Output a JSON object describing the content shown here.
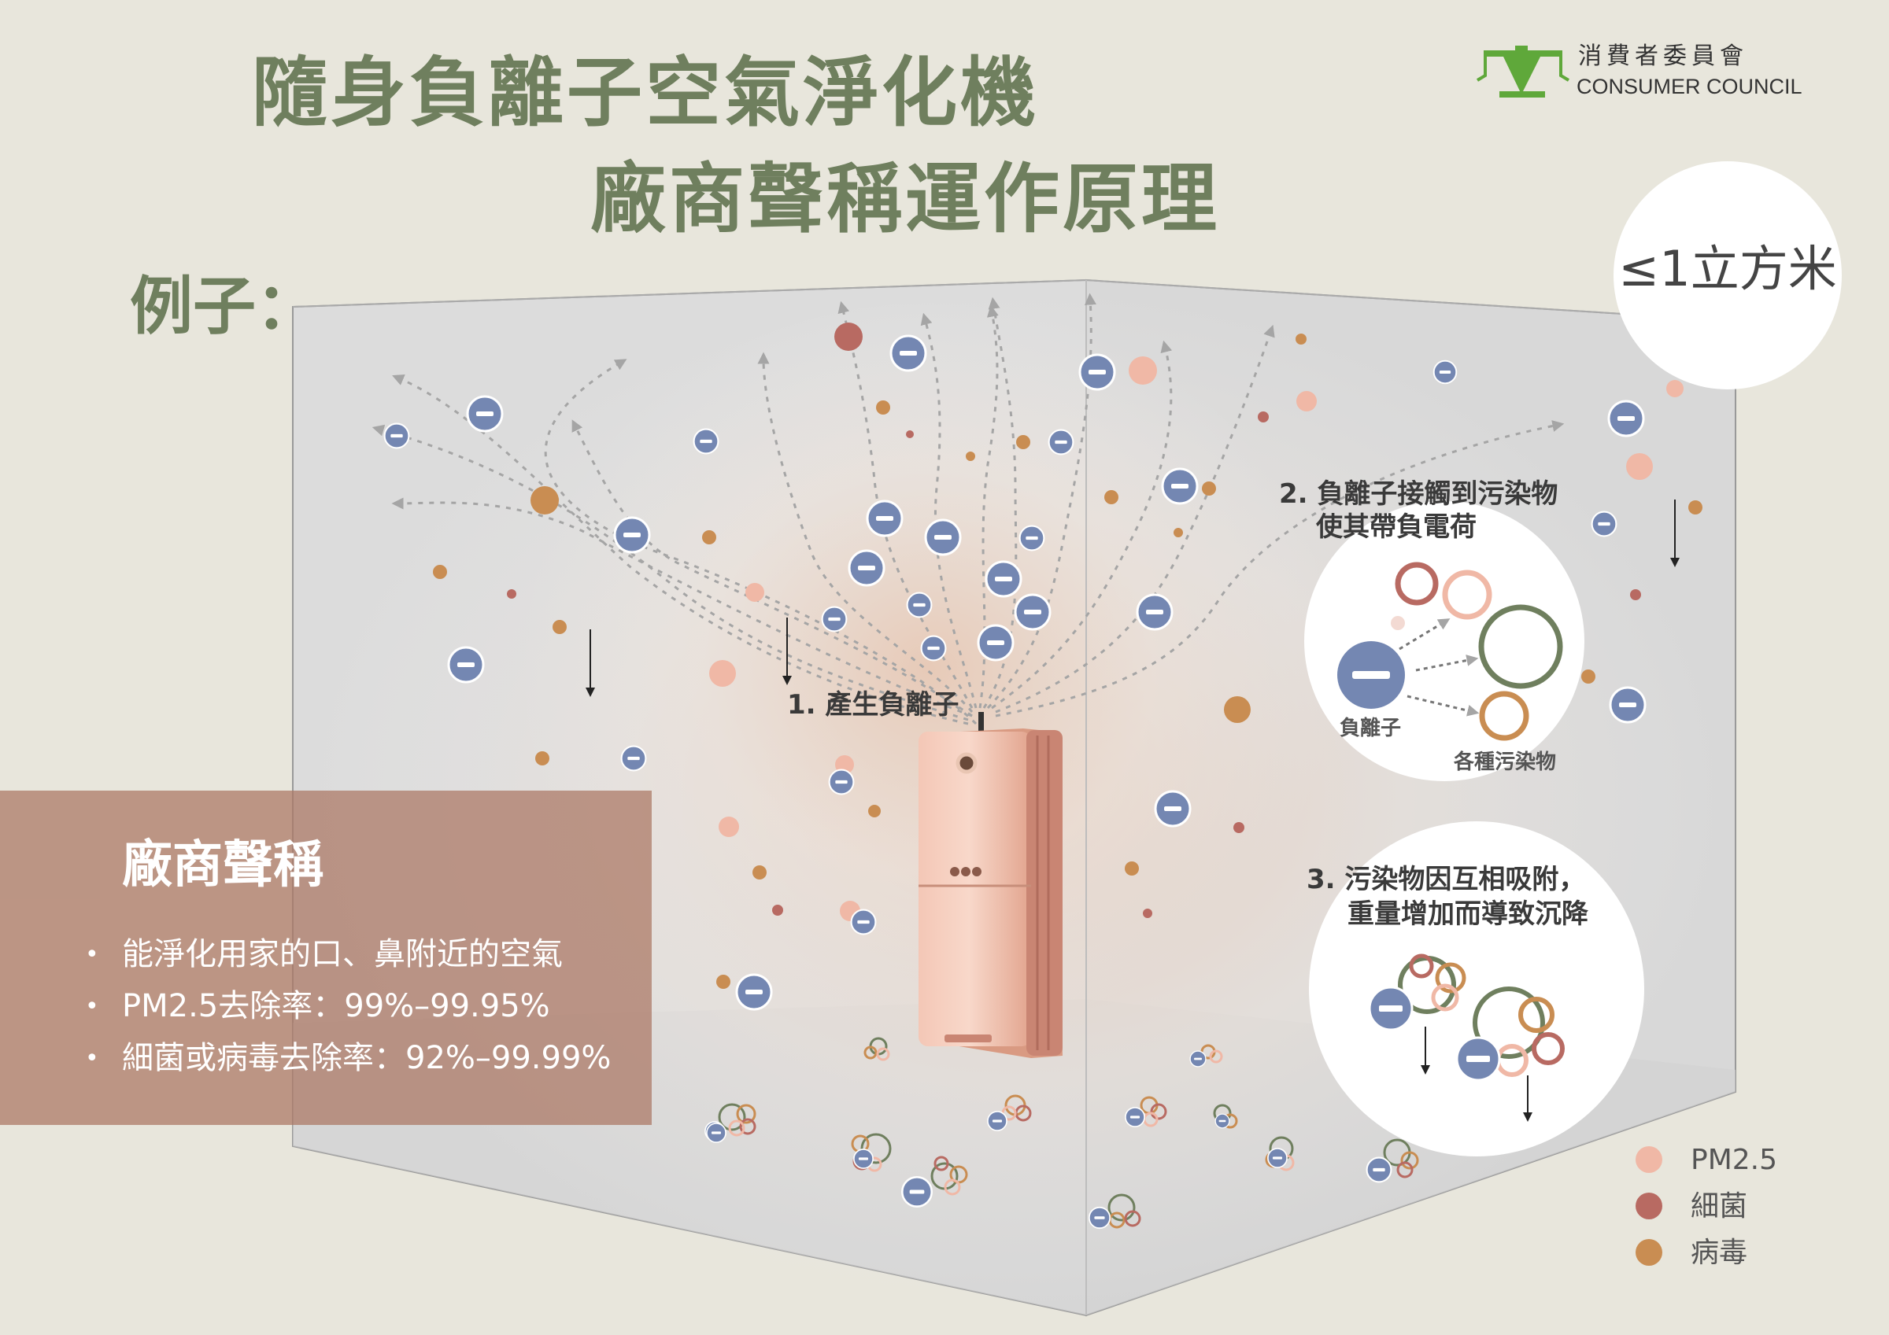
{
  "header": {
    "title_line1": "隨身負離子空氣淨化機",
    "title_line2": "廠商聲稱運作原理",
    "example_label": "例子："
  },
  "logo": {
    "name_zh": "消費者委員會",
    "name_en": "CONSUMER COUNCIL"
  },
  "room": {
    "volume_label": "≤1立方米"
  },
  "steps": {
    "step1": "1. 產生負離子",
    "step2_line1": "2. 負離子接觸到污染物",
    "step2_line2": "使其帶負電荷",
    "step2_ion_label": "負離子",
    "step2_pollutant_label": "各種污染物",
    "step3_line1": "3. 污染物因互相吸附，",
    "step3_line2": "重量增加而導致沉降"
  },
  "claims": {
    "title": "廠商聲稱",
    "items": [
      "能淨化用家的口、鼻附近的空氣",
      "PM2.5去除率：99%–99.95%",
      "細菌或病毒去除率：92%–99.99%"
    ]
  },
  "legend": [
    {
      "label": "PM2.5",
      "color": "#f0b8a6"
    },
    {
      "label": "細菌",
      "color": "#b86a62"
    },
    {
      "label": "病毒",
      "color": "#c98d52"
    }
  ],
  "colors": {
    "title_green": "#6f7f5e",
    "ion_blue": "#7487b2",
    "logo_green": "#5fa83a"
  }
}
